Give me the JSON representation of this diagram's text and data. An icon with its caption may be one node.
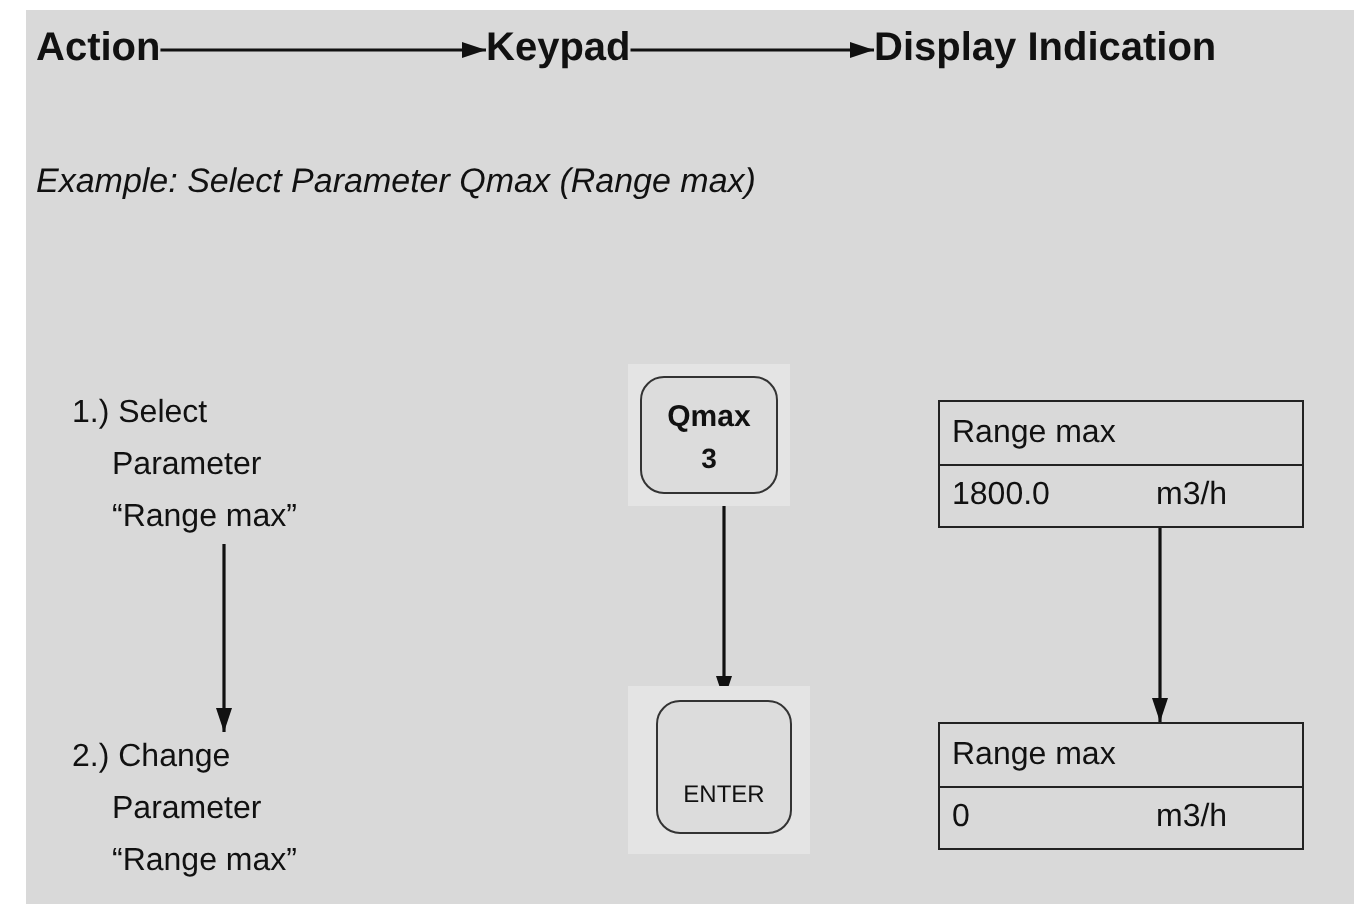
{
  "diagram": {
    "nodes": [
      {
        "text": [
          "Action"
        ]
      },
      {
        "text": [
          "Keypad"
        ]
      },
      {
        "text": [
          "Display Indication"
        ]
      },
      {
        "text": [
          "1.) Select Parameter “Range max”"
        ]
      },
      {
        "text": [
          "Qmax",
          "3"
        ]
      },
      {
        "text": [
          "Range max",
          "1800.0",
          "m3/h"
        ]
      },
      {
        "text": [
          "2.) Change Parameter “Range max”"
        ]
      },
      {
        "text": [
          "ENTER"
        ]
      },
      {
        "text": [
          "Range max",
          "0",
          "m3/h"
        ]
      }
    ],
    "edges": [
      {
        "from": 0,
        "to": 1,
        "arrow": "to"
      },
      {
        "from": 1,
        "to": 2,
        "arrow": "to"
      },
      {
        "from": 3,
        "to": 6,
        "arrow": "to"
      },
      {
        "from": 4,
        "to": 7,
        "arrow": "to"
      },
      {
        "from": 5,
        "to": 8,
        "arrow": "to"
      }
    ],
    "labels": [
      "Example: Select Parameter Qmax (Range max)"
    ]
  }
}
